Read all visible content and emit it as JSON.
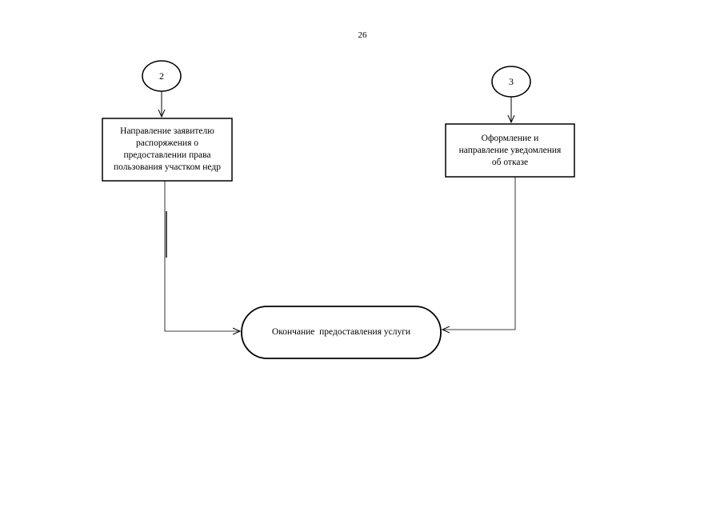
{
  "page": {
    "number": "26"
  },
  "connectors": {
    "left": "2",
    "right": "3"
  },
  "boxes": {
    "left_text": "Направление заявителю\nраспоряжения о\nпредоставлении права\nпользования участком недр",
    "right_text": "Оформление и\nнаправление уведомления\nоб отказе"
  },
  "terminator": {
    "text": "Окончание  предоставления услуги"
  }
}
